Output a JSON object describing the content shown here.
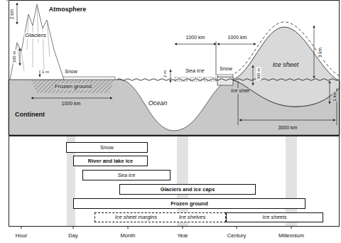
{
  "diagram": {
    "nodes": [
      {
        "text": [
          "Snow"
        ]
      },
      {
        "text": [
          "River and lake ice"
        ]
      },
      {
        "text": [
          "Sea ice"
        ]
      },
      {
        "text": [
          "Glaciers and ice caps"
        ]
      },
      {
        "text": [
          "Frozen ground"
        ]
      },
      {
        "text": [
          "Ice sheet margins",
          "Ice shelves"
        ]
      },
      {
        "text": [
          "Ice sheets"
        ]
      }
    ],
    "labels": [
      "Atmosphere",
      "2 km",
      "Glaciers",
      "100 m",
      "1 m",
      "Snow",
      "Frozen ground",
      "1000 km",
      "Continent",
      "2 m",
      "Sea ice",
      "1000 km",
      "1000 km",
      "Snow",
      "Ice shelf",
      "300 m",
      "Ice sheet",
      "3 km",
      "Ocean",
      "1 km",
      "3000 km",
      "Hour",
      "Day",
      "Month",
      "Year",
      "Century",
      "Millennium"
    ]
  }
}
